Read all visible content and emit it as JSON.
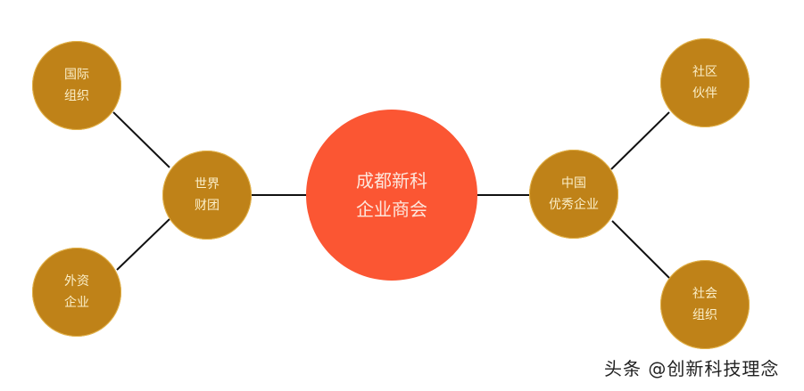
{
  "diagram": {
    "type": "hub-and-spoke",
    "center": {
      "id": "center",
      "line1": "成都新科",
      "line2": "企业商会",
      "color": "#fb5633"
    },
    "nodes": [
      {
        "id": "world",
        "line1": "世界",
        "line2": "财团",
        "color": "#bf8218"
      },
      {
        "id": "intl-org",
        "line1": "国际",
        "line2": "组织",
        "color": "#bf8218"
      },
      {
        "id": "foreign",
        "line1": "外资",
        "line2": "企业",
        "color": "#bf8218"
      },
      {
        "id": "china",
        "line1": "中国",
        "line2": "优秀企业",
        "color": "#bf8218"
      },
      {
        "id": "community",
        "line1": "社区",
        "line2": "伙伴",
        "color": "#bf8218"
      },
      {
        "id": "social-org",
        "line1": "社会",
        "line2": "组织",
        "color": "#bf8218"
      }
    ],
    "edges": [
      [
        "center",
        "world"
      ],
      [
        "world",
        "intl-org"
      ],
      [
        "world",
        "foreign"
      ],
      [
        "center",
        "china"
      ],
      [
        "china",
        "community"
      ],
      [
        "china",
        "social-org"
      ]
    ]
  },
  "watermark": "头条 @创新科技理念"
}
